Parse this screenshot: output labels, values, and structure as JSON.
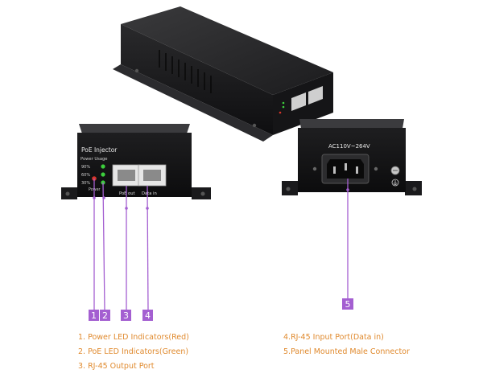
{
  "device": {
    "title": "PoE Injector",
    "power_usage_label": "Power Usage",
    "pct_90": "90%",
    "pct_60": "60%",
    "pct_30": "30%",
    "power_label": "Power",
    "port_out_label": "PoE out",
    "port_in_label": "Data in",
    "ac_label": "AC110V~264V"
  },
  "callouts": {
    "n1": "1",
    "n2": "2",
    "n3": "3",
    "n4": "4",
    "n5": "5"
  },
  "legend": {
    "item1": "1. Power LED Indicators(Red)",
    "item2": "2. PoE LED Indicators(Green)",
    "item3": "3. RJ-45 Output Port",
    "item4": "4.RJ-45 Input Port(Data in)",
    "item5": "5.Panel Mounted Male Connector"
  },
  "colors": {
    "callout": "#a45fd1",
    "legend_text": "#e08a2e",
    "led_red": "#d8352b",
    "led_green": "#3ccf3c"
  }
}
